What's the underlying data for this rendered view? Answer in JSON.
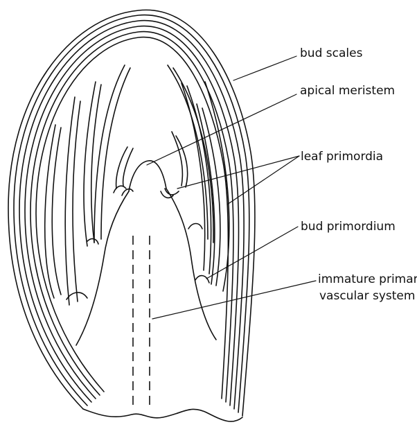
{
  "labels": {
    "bud_scales": "bud scales",
    "apical_meristem": "apical meristem",
    "leaf_primordia": "leaf primordia",
    "bud_primordium": "bud primordium",
    "vascular_line1": "immature primary",
    "vascular_line2": "vascular system"
  },
  "colors": {
    "line": "#111111",
    "background": "#ffffff"
  }
}
